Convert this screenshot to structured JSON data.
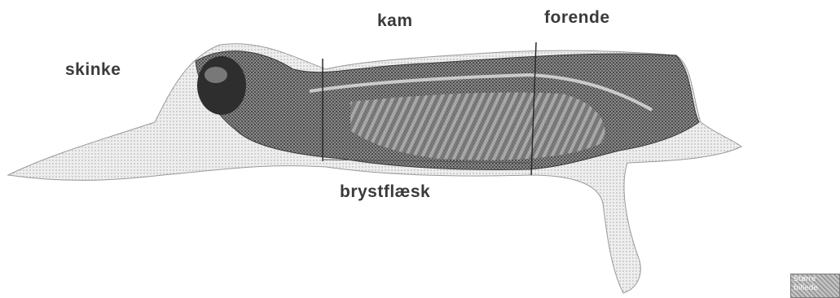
{
  "diagram": {
    "labels": {
      "skinke": "skinke",
      "kam": "kam",
      "forende": "forende",
      "brystflaesk": "brystflæsk"
    }
  },
  "button": {
    "line1": "Større",
    "line2": "billede"
  },
  "colors": {
    "ink": "#3a3a3a",
    "bone": "#e6e6e6",
    "meat": "#6e6e6e",
    "dark": "#2e2e2e"
  }
}
